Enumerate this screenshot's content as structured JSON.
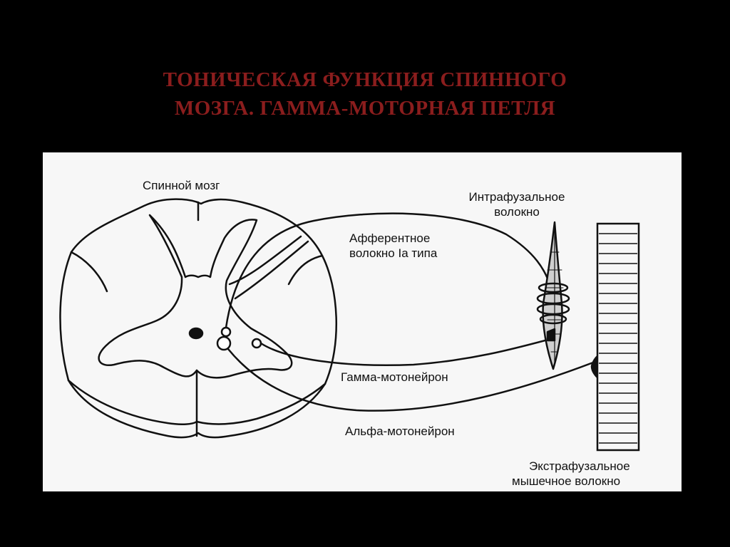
{
  "slide": {
    "title_lines": [
      "ТОНИЧЕСКАЯ ФУНКЦИЯ СПИННОГО",
      "МОЗГА. ГАММА-МОТОРНАЯ ПЕТЛЯ"
    ],
    "title_color": "#8b1d1d",
    "background": "#000000"
  },
  "diagram": {
    "background": "#f7f7f7",
    "line_color": "#111111",
    "labels": {
      "spinal_cord": "Спинной мозг",
      "intrafusal": [
        "Интрафузальное",
        "волокно"
      ],
      "afferent": [
        "Афферентное",
        "волокно Ia типа"
      ],
      "gamma": "Гамма-мотонейрон",
      "alpha": "Альфа-мотонейрон",
      "extrafusal": [
        "Экстрафузальное",
        "мышечное волокно"
      ]
    }
  }
}
